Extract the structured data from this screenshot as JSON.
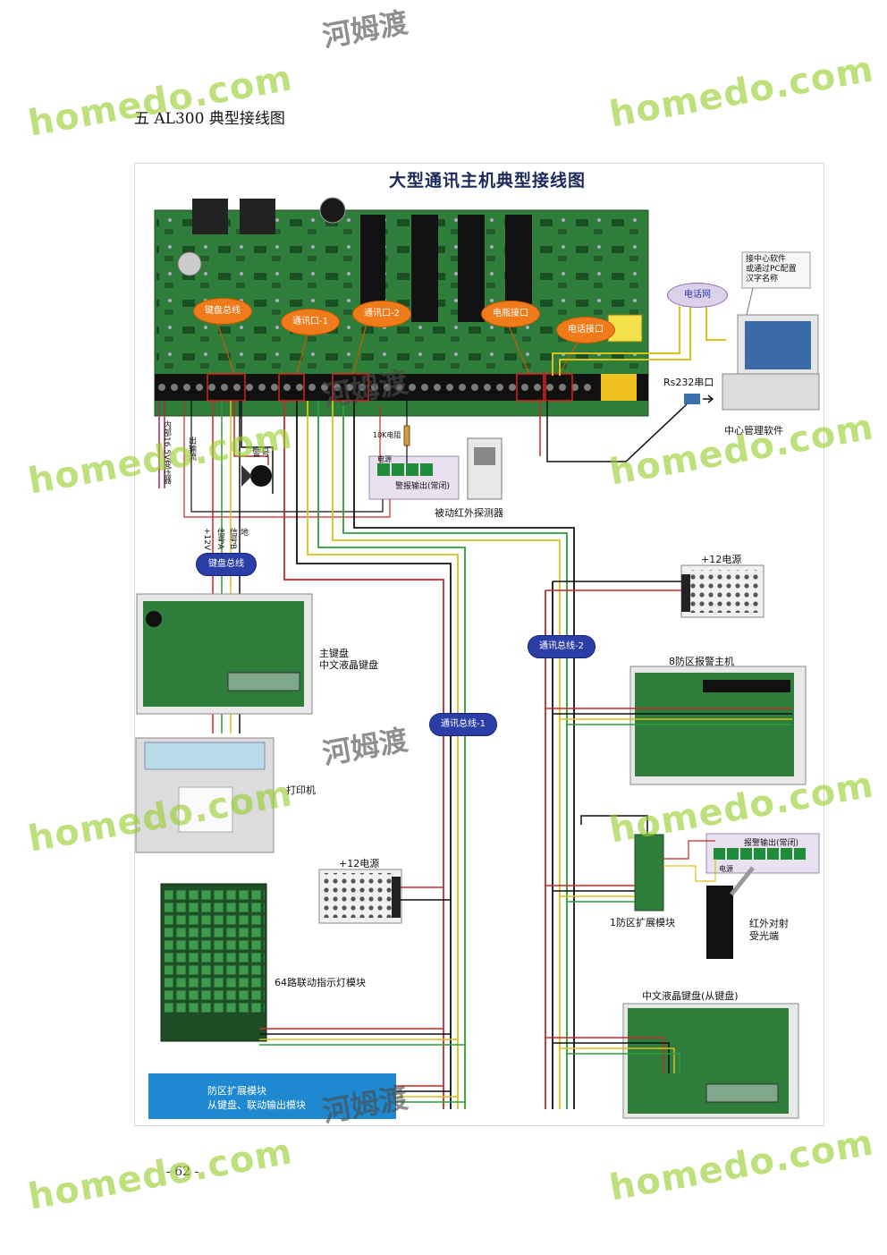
{
  "page": {
    "heading": "五 AL300 典型接线图",
    "page_number": "- 62 -"
  },
  "diagram": {
    "title": "大型通讯主机典型接线图",
    "board_labels": {
      "keypad_bus": "键盘总线",
      "comm_port_1": "通讯口-1",
      "comm_port_2": "通讯口-2",
      "power_port": "电瓶接口",
      "phone_port": "电话接口"
    },
    "phone_network": "电话网",
    "center_note": "接中心软件\n或通过PC配置\n汉字名称",
    "rs232": "Rs232串口",
    "center_software": "中心管理软件",
    "resistor": "10K电阻",
    "alarm_terminal_power": "电源",
    "alarm_output_nc": "警报输出(常闭)",
    "pir_detector": "被动红外探测器",
    "siren": "警号",
    "left_vertical_labels": [
      "内部16.5V变压器",
      "出输流",
      "内部"
    ],
    "keypad_wire_labels": [
      "+12V",
      "信号A",
      "信号B",
      "地"
    ],
    "keypad_bus_tag": "键盘总线",
    "main_keypad_line1": "主键盘",
    "main_keypad_line2": "中文液晶键盘",
    "printer": "打印机",
    "comm_bus_1": "通讯总线-1",
    "comm_bus_2": "通讯总线-2",
    "psu_right": "+12电源",
    "psu_left": "+12电源",
    "zone8_host": "8防区报警主机",
    "ir_alarm_output": "报警输出(常闭)",
    "ir_power": "电源",
    "zone1_module": "1防区扩展模块",
    "ir_receiver_line1": "红外对射",
    "ir_receiver_line2": "受光端",
    "led_module": "64路联动指示灯模块",
    "slave_keypad": "中文液晶键盘(从键盘)",
    "expansion_line1": "防区扩展模块",
    "expansion_line2": "从键盘、联动输出模块"
  },
  "watermark": {
    "brand": "homedo.com",
    "brand_cn": "河姆渡"
  },
  "colors": {
    "pcb_green": "#2f7d3a",
    "orange_label": "#f07b1a",
    "bus_blue": "#2b3ea8",
    "wire_red": "#c62828",
    "wire_yellow": "#d9c21a",
    "wire_green": "#2e9d3a",
    "wire_black": "#111111",
    "expansion_blue": "#1e88d0",
    "watermark_green": "#97cf2f"
  }
}
